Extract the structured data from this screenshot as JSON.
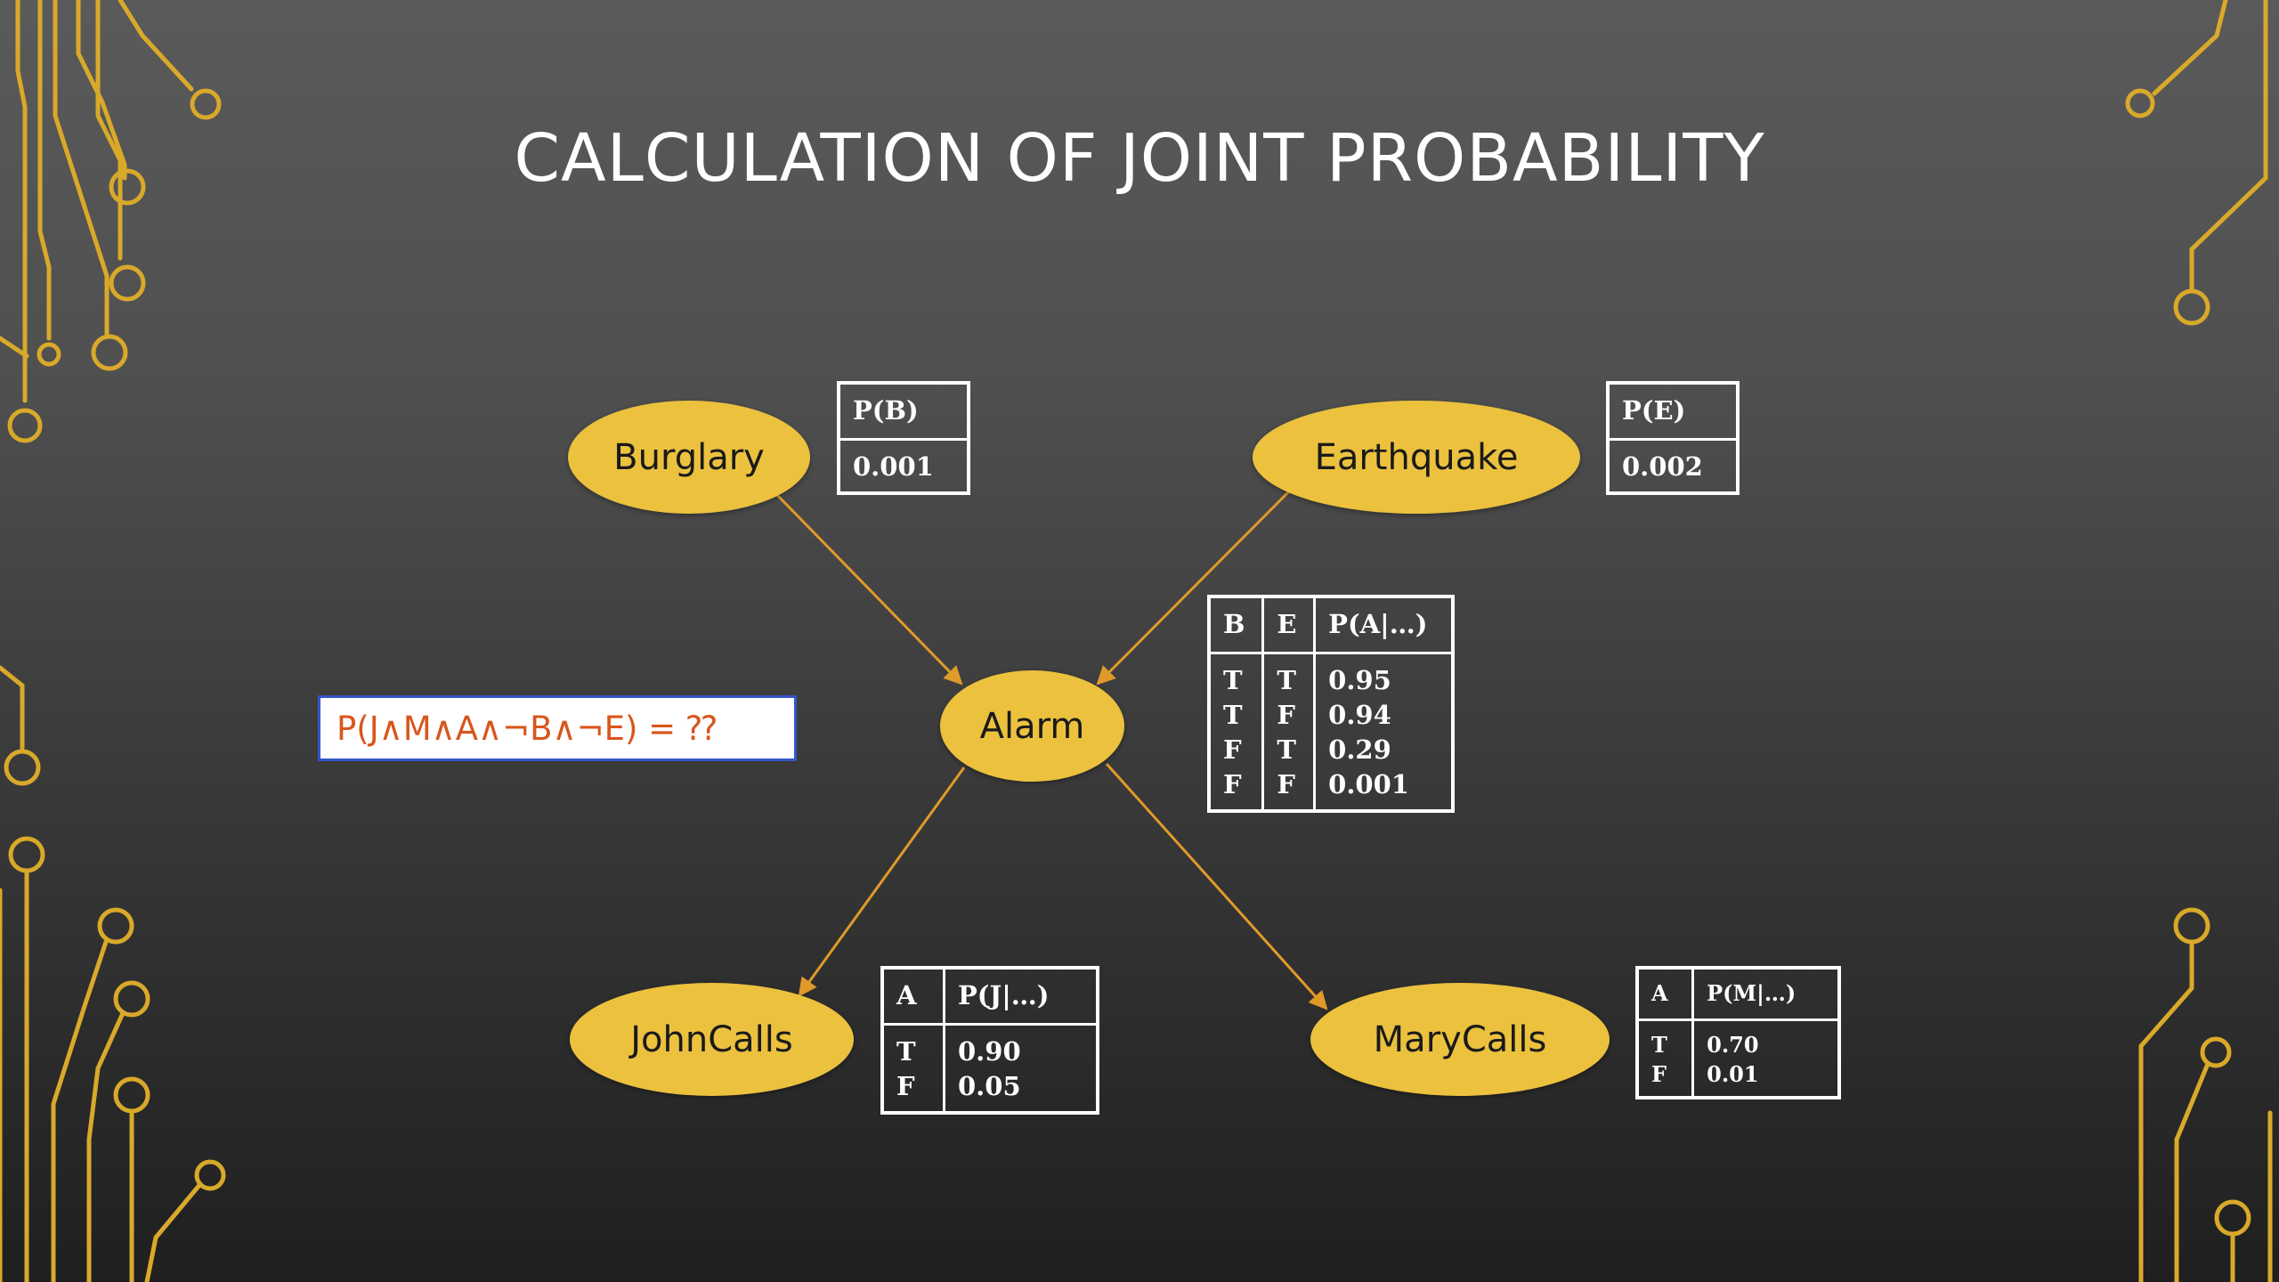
{
  "slide": {
    "title": "CALCULATION OF JOINT PROBABILITY",
    "accent_color": "#ebc13e",
    "circuit_color": "#d9a92a",
    "arrow_color": "#e09a2a",
    "query_text_color": "#d8561c"
  },
  "nodes": {
    "burglary": "Burglary",
    "earthquake": "Earthquake",
    "alarm": "Alarm",
    "john_calls": "JohnCalls",
    "mary_calls": "MaryCalls"
  },
  "edges": [
    [
      "Burglary",
      "Alarm"
    ],
    [
      "Earthquake",
      "Alarm"
    ],
    [
      "Alarm",
      "JohnCalls"
    ],
    [
      "Alarm",
      "MaryCalls"
    ]
  ],
  "query": "P(J∧M∧A∧¬B∧¬E) = ⁇",
  "cpt_burglary": {
    "header": "P(B)",
    "value": "0.001"
  },
  "cpt_earthquake": {
    "header": "P(E)",
    "value": "0.002"
  },
  "cpt_alarm": {
    "headers": [
      "B",
      "E",
      "P(A|…)"
    ],
    "rows": [
      [
        "T",
        "T",
        "0.95"
      ],
      [
        "T",
        "F",
        "0.94"
      ],
      [
        "F",
        "T",
        "0.29"
      ],
      [
        "F",
        "F",
        "0.001"
      ]
    ]
  },
  "cpt_john": {
    "headers": [
      "A",
      "P(J|…)"
    ],
    "rows": [
      [
        "T",
        "0.90"
      ],
      [
        "F",
        "0.05"
      ]
    ]
  },
  "cpt_mary": {
    "headers": [
      "A",
      "P(M|…)"
    ],
    "rows": [
      [
        "T",
        "0.70"
      ],
      [
        "F",
        "0.01"
      ]
    ]
  }
}
